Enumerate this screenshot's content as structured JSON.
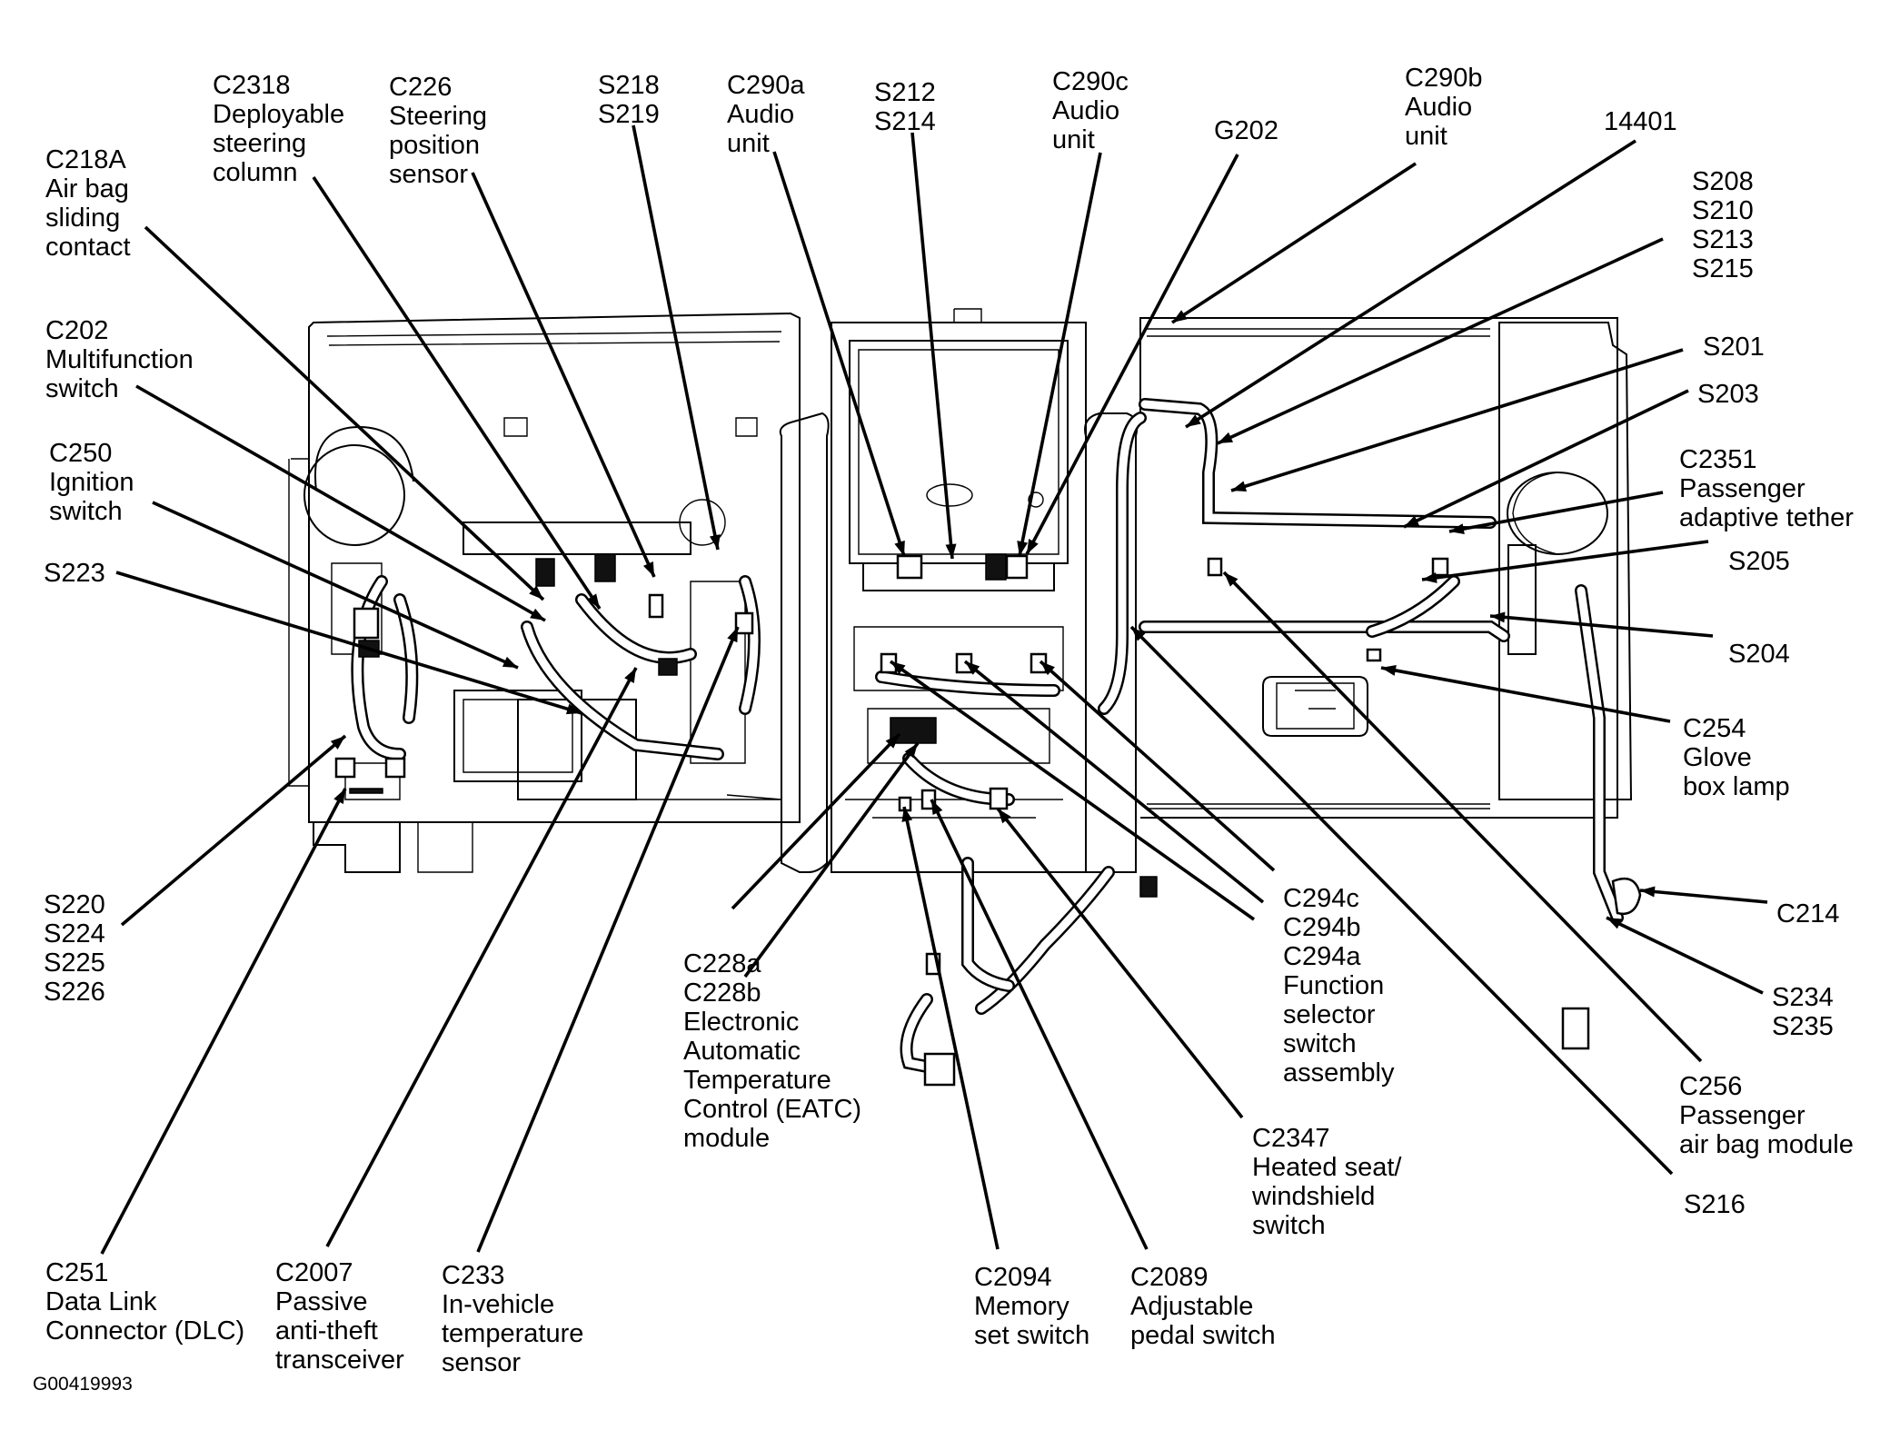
{
  "figure_id": "G00419993",
  "callouts": [
    {
      "id": "c218a",
      "lines": [
        "C218A",
        "Air bag",
        "sliding",
        "contact"
      ]
    },
    {
      "id": "c2318",
      "lines": [
        "C2318",
        "Deployable",
        "steering",
        "column"
      ]
    },
    {
      "id": "c226",
      "lines": [
        "C226",
        "Steering",
        "position",
        "sensor"
      ]
    },
    {
      "id": "s218",
      "lines": [
        "S218",
        "S219"
      ]
    },
    {
      "id": "c290a",
      "lines": [
        "C290a",
        "Audio",
        "unit"
      ]
    },
    {
      "id": "s212",
      "lines": [
        "S212",
        "S214"
      ]
    },
    {
      "id": "c290c",
      "lines": [
        "C290c",
        "Audio",
        "unit"
      ]
    },
    {
      "id": "g202",
      "lines": [
        "G202"
      ]
    },
    {
      "id": "c290b",
      "lines": [
        "C290b",
        "Audio",
        "unit"
      ]
    },
    {
      "id": "n14401",
      "lines": [
        "14401"
      ]
    },
    {
      "id": "s208",
      "lines": [
        "S208",
        "S210",
        "S213",
        "S215"
      ]
    },
    {
      "id": "s201",
      "lines": [
        "S201"
      ]
    },
    {
      "id": "s203",
      "lines": [
        "S203"
      ]
    },
    {
      "id": "c2351",
      "lines": [
        "C2351",
        "Passenger",
        "adaptive tether"
      ]
    },
    {
      "id": "s205",
      "lines": [
        "S205"
      ]
    },
    {
      "id": "s204",
      "lines": [
        "S204"
      ]
    },
    {
      "id": "c254",
      "lines": [
        "C254",
        "Glove",
        "box lamp"
      ]
    },
    {
      "id": "c214",
      "lines": [
        "C214"
      ]
    },
    {
      "id": "s234",
      "lines": [
        "S234",
        "S235"
      ]
    },
    {
      "id": "c256",
      "lines": [
        "C256",
        "Passenger",
        "air bag module"
      ]
    },
    {
      "id": "s216",
      "lines": [
        "S216"
      ]
    },
    {
      "id": "c202",
      "lines": [
        "C202",
        "Multifunction",
        "switch"
      ]
    },
    {
      "id": "c250",
      "lines": [
        "C250",
        "Ignition",
        "switch"
      ]
    },
    {
      "id": "s223",
      "lines": [
        "S223"
      ]
    },
    {
      "id": "s220",
      "lines": [
        "S220",
        "S224",
        "S225",
        "S226"
      ]
    },
    {
      "id": "c251",
      "lines": [
        "C251",
        "Data Link",
        "Connector (DLC)"
      ]
    },
    {
      "id": "c2007",
      "lines": [
        "C2007",
        "Passive",
        "anti-theft",
        "transceiver"
      ]
    },
    {
      "id": "c233",
      "lines": [
        "C233",
        "In-vehicle",
        "temperature",
        "sensor"
      ]
    },
    {
      "id": "c228",
      "lines": [
        "C228a",
        "C228b",
        "Electronic",
        "Automatic",
        "Temperature",
        "Control (EATC)",
        "module"
      ]
    },
    {
      "id": "c2094",
      "lines": [
        "C2094",
        "Memory",
        "set switch"
      ]
    },
    {
      "id": "c2089",
      "lines": [
        "C2089",
        "Adjustable",
        "pedal switch"
      ]
    },
    {
      "id": "c2347",
      "lines": [
        "C2347",
        "Heated seat/",
        "windshield",
        "switch"
      ]
    },
    {
      "id": "c294",
      "lines": [
        "C294c",
        "C294b",
        "C294a",
        "Function",
        "selector",
        "switch",
        "assembly"
      ]
    }
  ]
}
